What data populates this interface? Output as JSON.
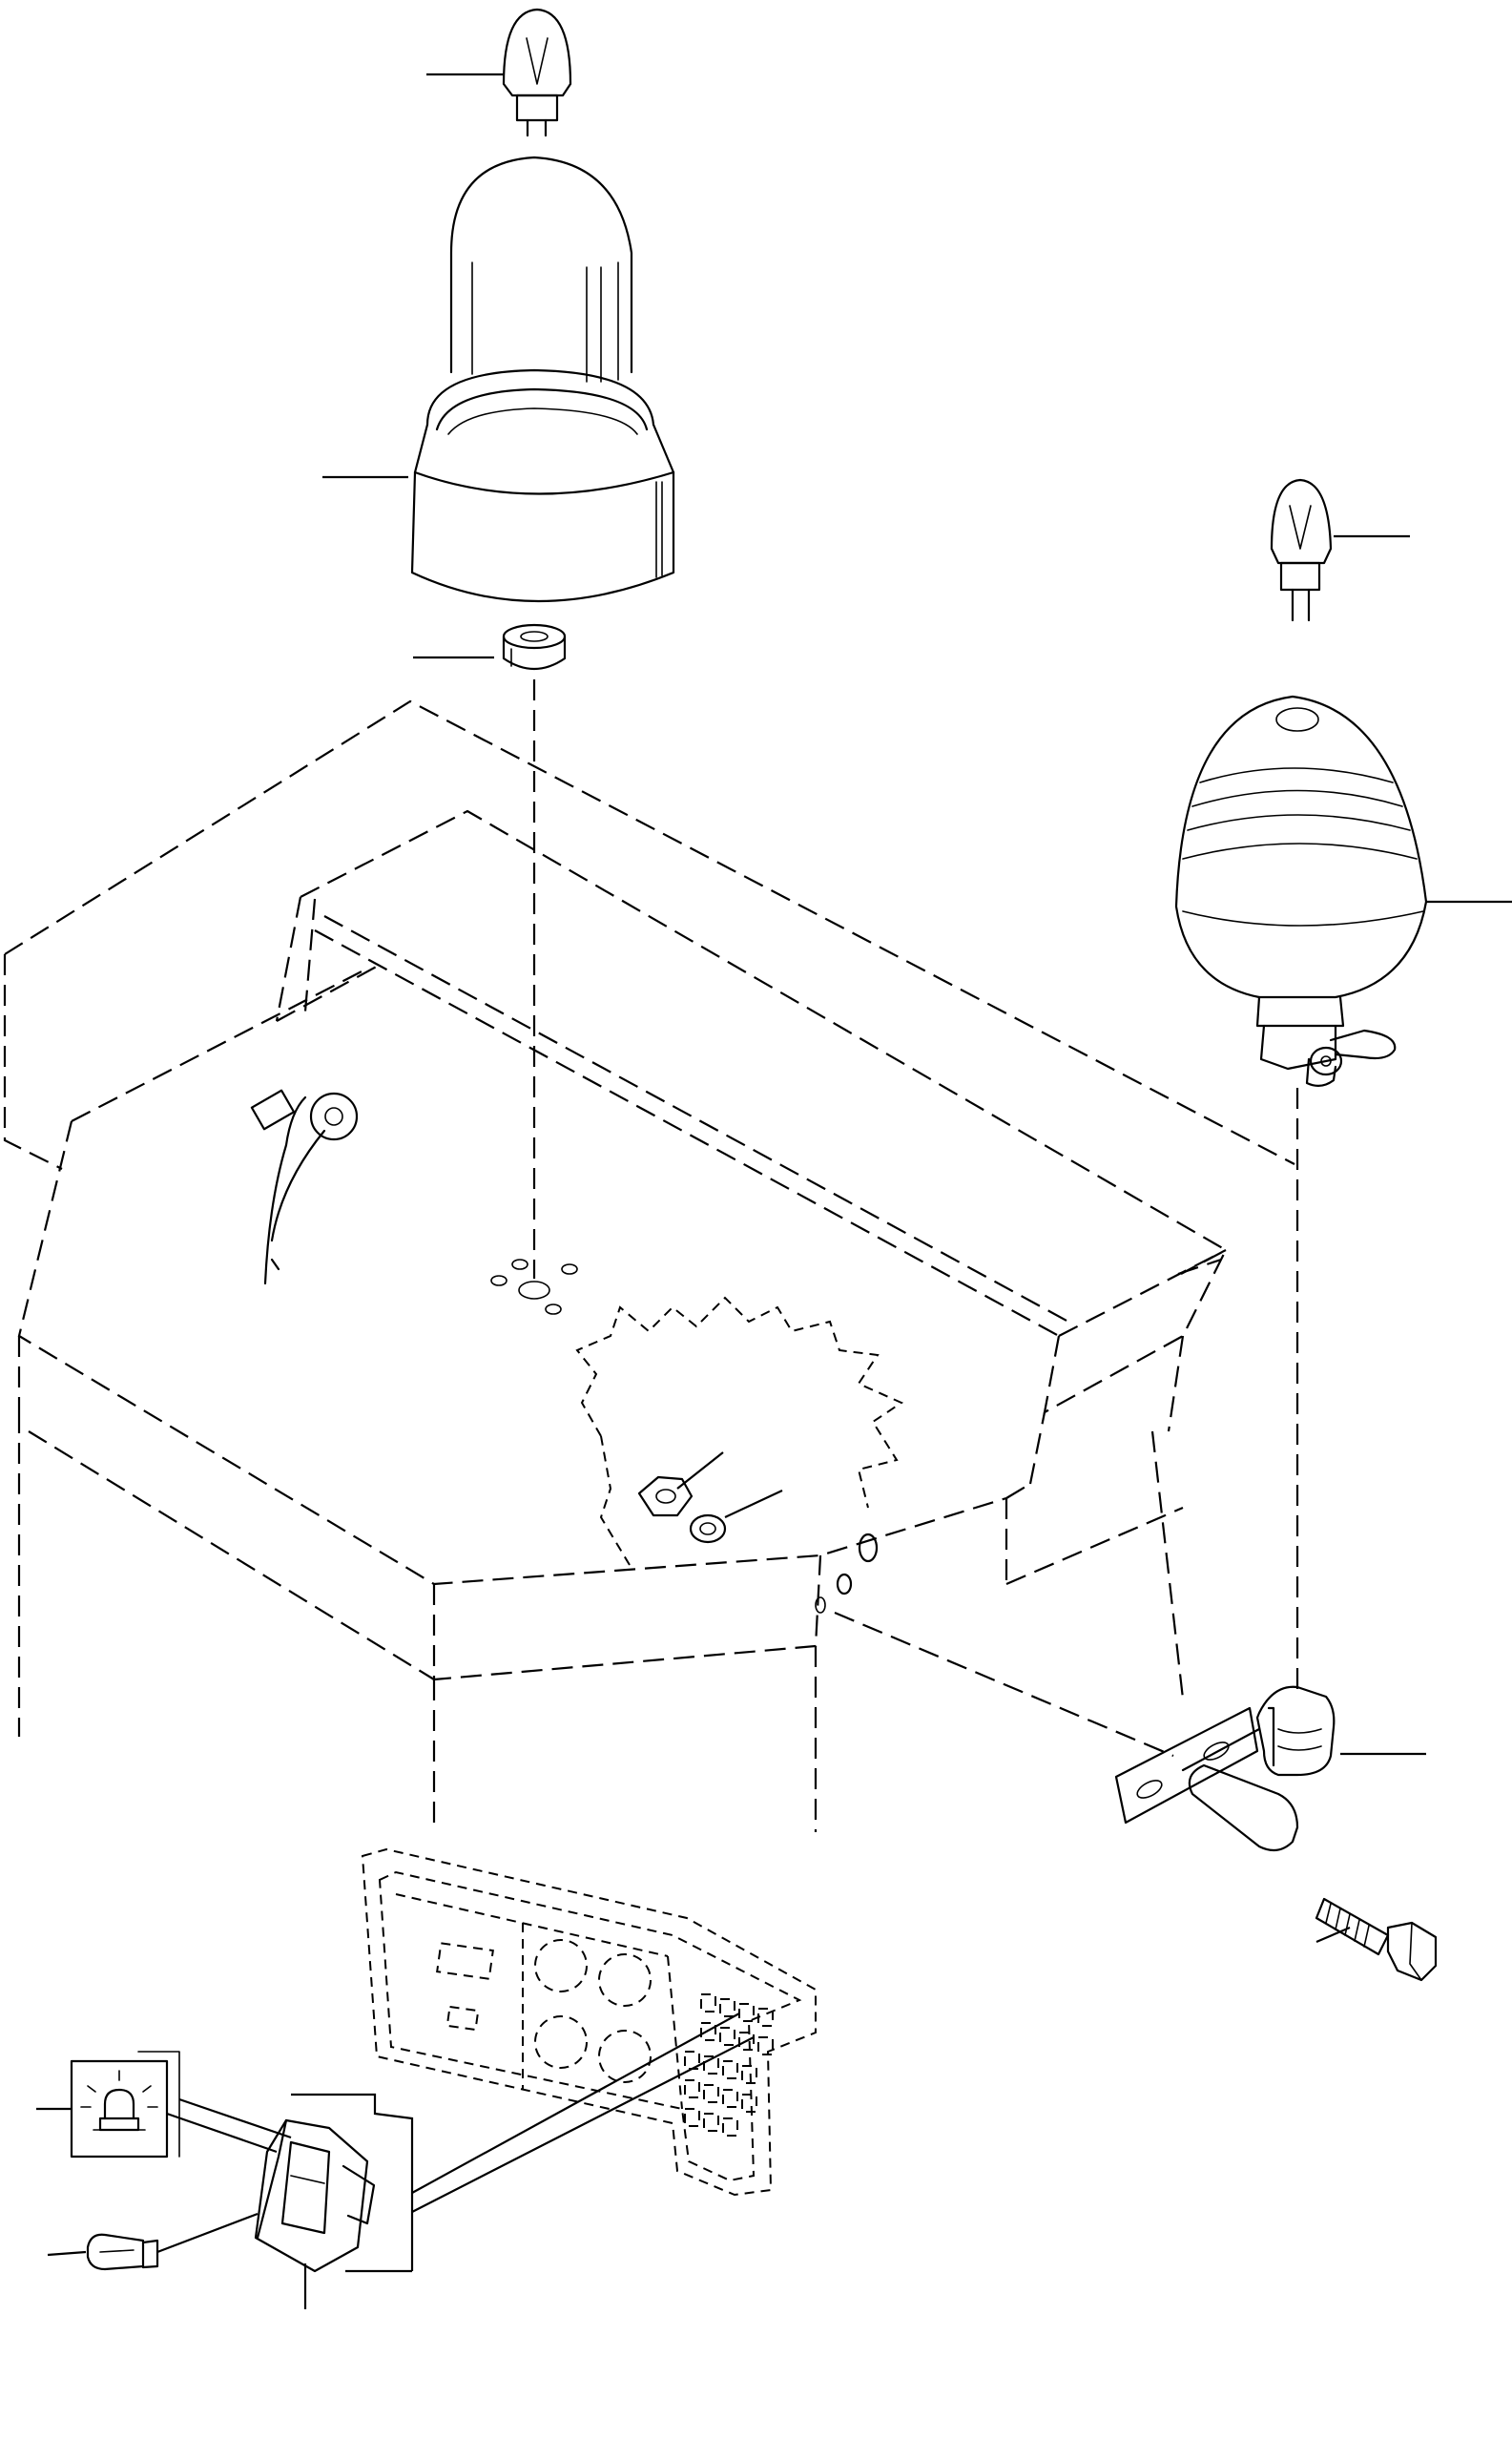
{
  "figure": {
    "reference_code": ""
  },
  "parts": [
    {
      "icon": "bulb-icon",
      "role": "rotating beacon bulb (top)"
    },
    {
      "icon": "beacon-dome-icon",
      "role": "rotating beacon (cylindrical)"
    },
    {
      "icon": "grommet-icon",
      "role": "grommet"
    },
    {
      "icon": "bulb-icon",
      "role": "beacon bulb (right)"
    },
    {
      "icon": "beacon-egg-icon",
      "role": "beacon (egg shaped)"
    },
    {
      "icon": "bracket-icon",
      "role": "mounting bracket"
    },
    {
      "icon": "bolt-icon",
      "role": "bolt"
    },
    {
      "icon": "nut-icon",
      "role": "nut"
    },
    {
      "icon": "washer-icon",
      "role": "washer"
    },
    {
      "icon": "rocker-switch-icon",
      "role": "beacon switch"
    },
    {
      "icon": "beacon-symbol-icon",
      "role": "switch symbol"
    },
    {
      "icon": "bulb-icon",
      "role": "switch lamp"
    },
    {
      "icon": "control-panel-icon",
      "role": "instrument panel"
    },
    {
      "icon": "wire-connector-icon",
      "role": "wiring connector"
    }
  ]
}
